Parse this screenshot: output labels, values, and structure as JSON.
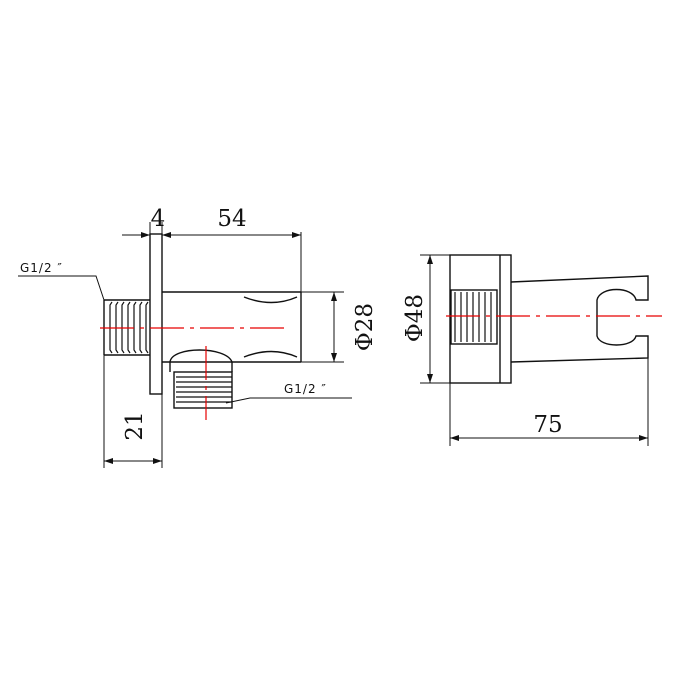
{
  "dimensions": {
    "plate_thickness": "4",
    "body_length": "54",
    "thread_length": "21",
    "body_diameter": "Φ28",
    "plate_diameter": "Φ48",
    "overall_length": "75"
  },
  "notes": {
    "thread_inlet": "G1/2 ″",
    "thread_outlet": "G1/2 ″"
  },
  "colors": {
    "line": "#111111",
    "centerline": "#e60000",
    "background": "#ffffff"
  }
}
